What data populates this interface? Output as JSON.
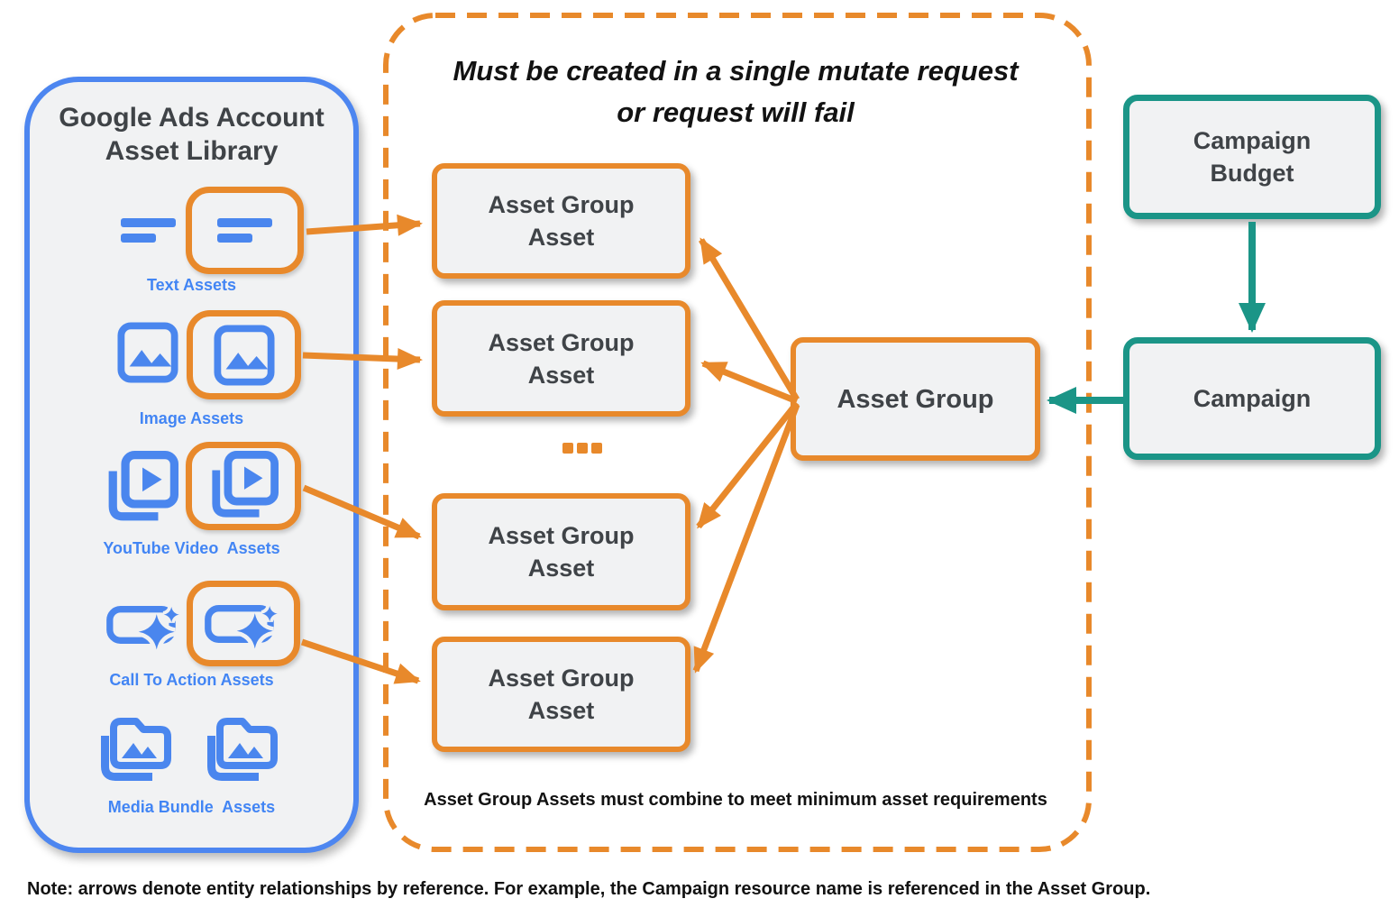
{
  "colors": {
    "orange": "#E8892B",
    "teal": "#1B9587",
    "panel_blue": "#4D86F0",
    "label_blue": "#4285F4",
    "box_fill": "#F1F2F3",
    "dark_text": "#3F4347",
    "black_text": "#121212"
  },
  "asset_library": {
    "title": "Google Ads Account Asset Library",
    "items": [
      {
        "label": "Text Assets",
        "icon": "text-asset-icon",
        "highlighted": true
      },
      {
        "label": "Image Assets",
        "icon": "image-asset-icon",
        "highlighted": true
      },
      {
        "label": "YouTube Video  Assets",
        "icon": "youtube-video-asset-icon",
        "highlighted": true
      },
      {
        "label": "Call To Action Assets",
        "icon": "call-to-action-asset-icon",
        "highlighted": true
      },
      {
        "label": "Media Bundle  Assets",
        "icon": "media-bundle-asset-icon",
        "highlighted": false
      }
    ]
  },
  "mutate_container": {
    "title_line1": "Must be created in a single mutate request",
    "title_line2": "or request will fail",
    "boxes": [
      "Asset Group Asset",
      "Asset Group Asset",
      "Asset Group Asset",
      "Asset Group Asset"
    ],
    "ellipsis": "...",
    "footnote": "Asset Group Assets must combine to meet minimum asset requirements"
  },
  "entities": {
    "asset_group": "Asset Group",
    "campaign_budget": "Campaign Budget",
    "campaign": "Campaign"
  },
  "note": "Note: arrows denote entity relationships by reference. For example, the Campaign resource name is referenced in the Asset Group."
}
